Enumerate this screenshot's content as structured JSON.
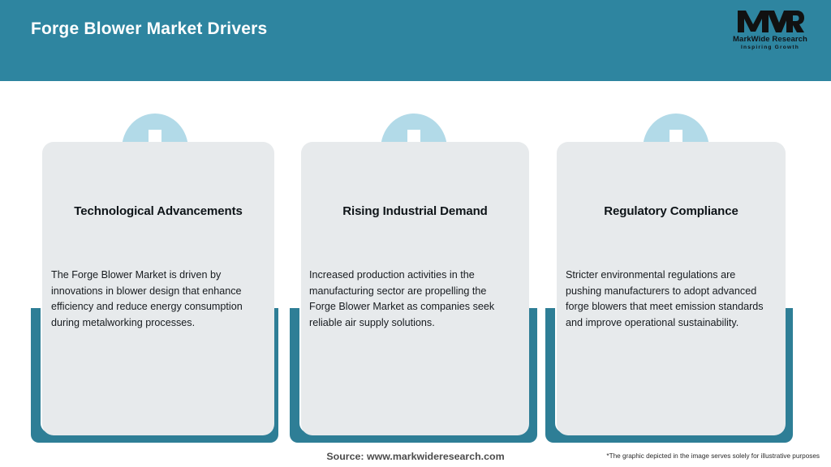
{
  "header": {
    "title": "Forge Blower Market Drivers",
    "bg_color": "#2e85a0",
    "logo": {
      "mark": "MWR",
      "name": "MarkWide Research",
      "tagline": "Inspiring Growth"
    }
  },
  "theme": {
    "teal": "#2e7e96",
    "header_teal": "#2e85a0",
    "card_bg": "#e7eaec",
    "icon_circle": "#b2dae8",
    "arrow": "#ffffff"
  },
  "cards": [
    {
      "icon": "arrow-down-icon",
      "title": "Technological Advancements",
      "body": "The Forge Blower Market is driven by innovations in blower design that enhance efficiency and reduce energy consumption during metalworking processes."
    },
    {
      "icon": "arrow-down-icon",
      "title": "Rising Industrial Demand",
      "body": "Increased production activities in the manufacturing sector are propelling the Forge Blower Market as companies seek reliable air supply solutions."
    },
    {
      "icon": "arrow-down-icon",
      "title": "Regulatory Compliance",
      "body": "Stricter environmental regulations are pushing manufacturers to adopt advanced forge blowers that meet emission standards and improve operational sustainability."
    }
  ],
  "footer": {
    "source": "Source: www.markwideresearch.com",
    "disclaimer": "*The graphic depicted in the image serves solely for illustrative purposes"
  }
}
